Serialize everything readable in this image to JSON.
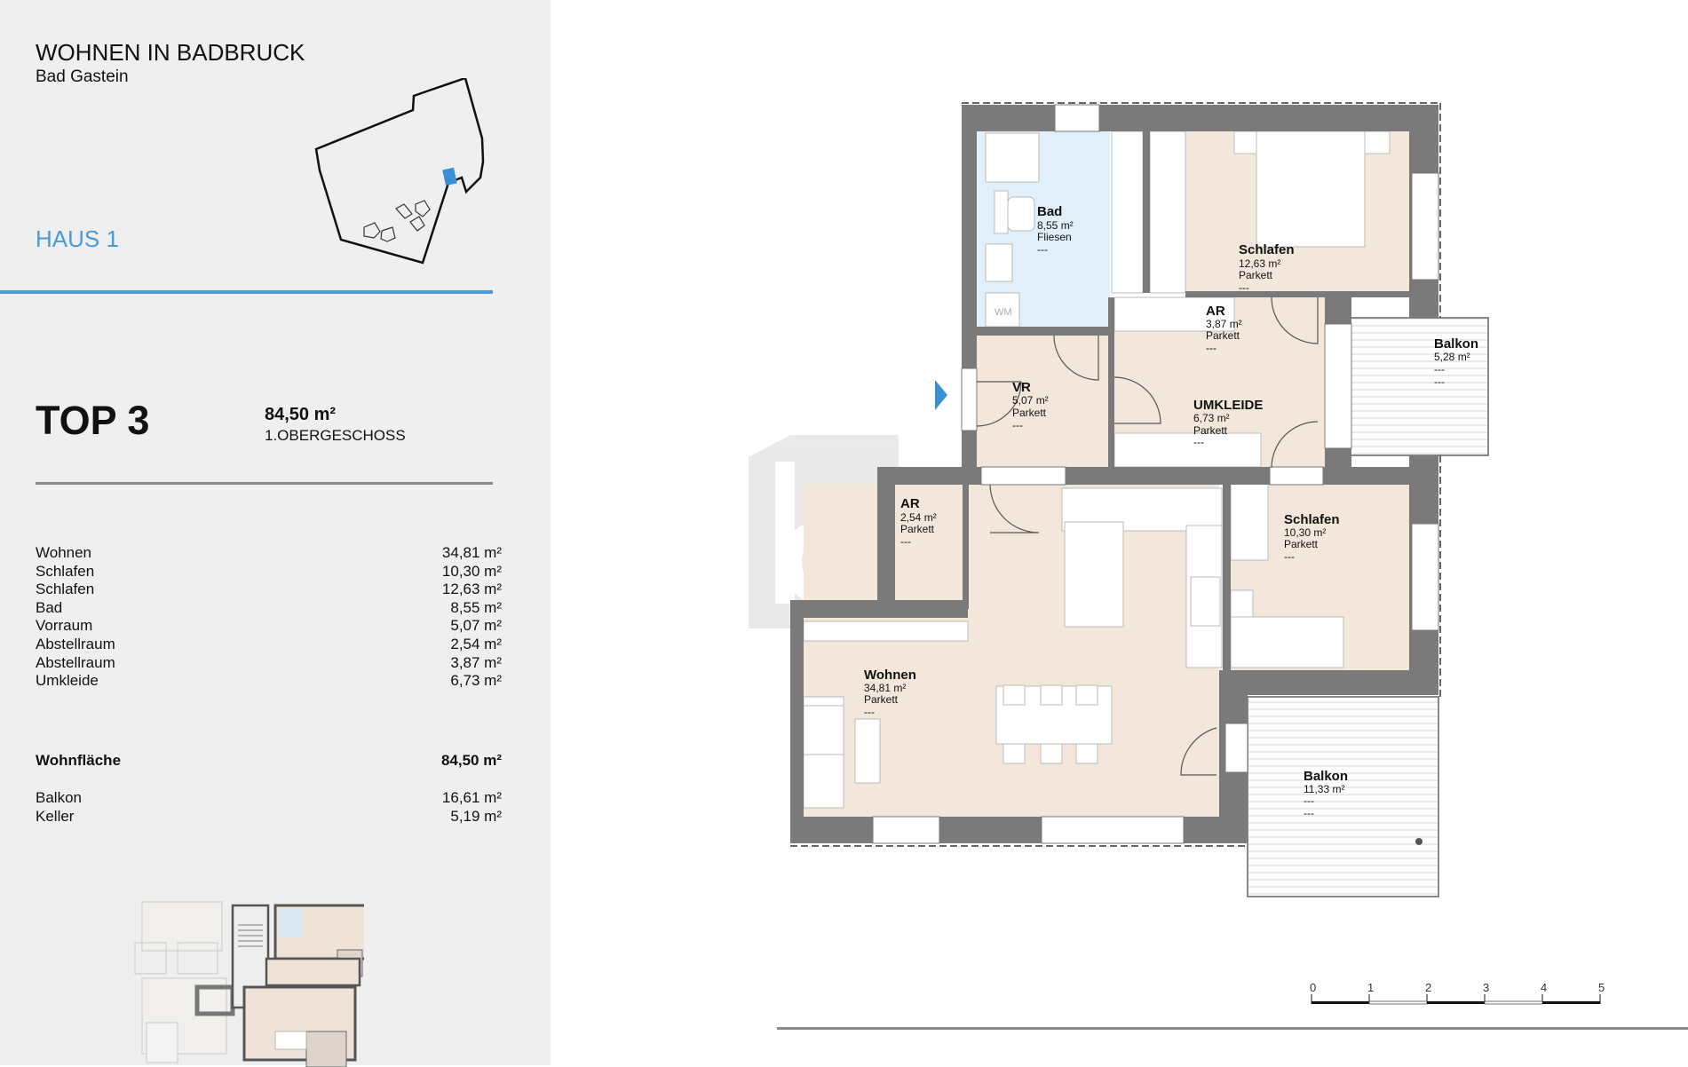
{
  "project": {
    "title": "WOHNEN IN BADBRUCK",
    "location": "Bad Gastein",
    "house": "HAUS 1"
  },
  "unit": {
    "name": "TOP 3",
    "area": "84,50 m²",
    "floor": "1.OBERGESCHOSS"
  },
  "room_list": [
    {
      "name": "Wohnen",
      "area": "34,81 m²"
    },
    {
      "name": "Schlafen",
      "area": "10,30 m²"
    },
    {
      "name": "Schlafen",
      "area": "12,63 m²"
    },
    {
      "name": "Bad",
      "area": "8,55 m²"
    },
    {
      "name": "Vorraum",
      "area": "5,07 m²"
    },
    {
      "name": "Abstellraum",
      "area": "2,54 m²"
    },
    {
      "name": "Abstellraum",
      "area": "3,87 m²"
    },
    {
      "name": "Umkleide",
      "area": "6,73 m²"
    }
  ],
  "total": {
    "label": "Wohnfläche",
    "area": "84,50 m²"
  },
  "extras": [
    {
      "name": "Balkon",
      "area": "16,61 m²"
    },
    {
      "name": "Keller",
      "area": "5,19 m²"
    }
  ],
  "plan_rooms": {
    "bad": {
      "name": "Bad",
      "area": "8,55 m²",
      "floor": "Fliesen",
      "note": "---"
    },
    "schlafen1": {
      "name": "Schlafen",
      "area": "12,63 m²",
      "floor": "Parkett",
      "note": "---"
    },
    "ar1": {
      "name": "AR",
      "area": "3,87 m²",
      "floor": "Parkett",
      "note": "---"
    },
    "balkon1": {
      "name": "Balkon",
      "area": "5,28 m²",
      "note1": "---",
      "note2": "---"
    },
    "vr": {
      "name": "VR",
      "area": "5,07 m²",
      "floor": "Parkett",
      "note": "---"
    },
    "umkleide": {
      "name": "UMKLEIDE",
      "area": "6,73 m²",
      "floor": "Parkett",
      "note": "---"
    },
    "ar2": {
      "name": "AR",
      "area": "2,54 m²",
      "floor": "Parkett",
      "note": "---"
    },
    "schlafen2": {
      "name": "Schlafen",
      "area": "10,30 m²",
      "floor": "Parkett",
      "note": "---"
    },
    "wohnen": {
      "name": "Wohnen",
      "area": "34,81 m²",
      "floor": "Parkett",
      "note": "---"
    },
    "balkon2": {
      "name": "Balkon",
      "area": "11,33 m²",
      "note1": "---",
      "note2": "---"
    },
    "wm": "WM"
  },
  "scale_bar": {
    "ticks": [
      "0",
      "1",
      "2",
      "3",
      "4",
      "5"
    ]
  },
  "colors": {
    "accent_blue": "#4a9ad6",
    "panel_bg": "#efefef",
    "wall": "#7a7a7a",
    "room_fill": "#f3e7dc",
    "bath_fill": "#e0eff9"
  },
  "icons": {
    "entrance": "entrance-arrow-icon",
    "watermark": "brand-b-logo"
  }
}
